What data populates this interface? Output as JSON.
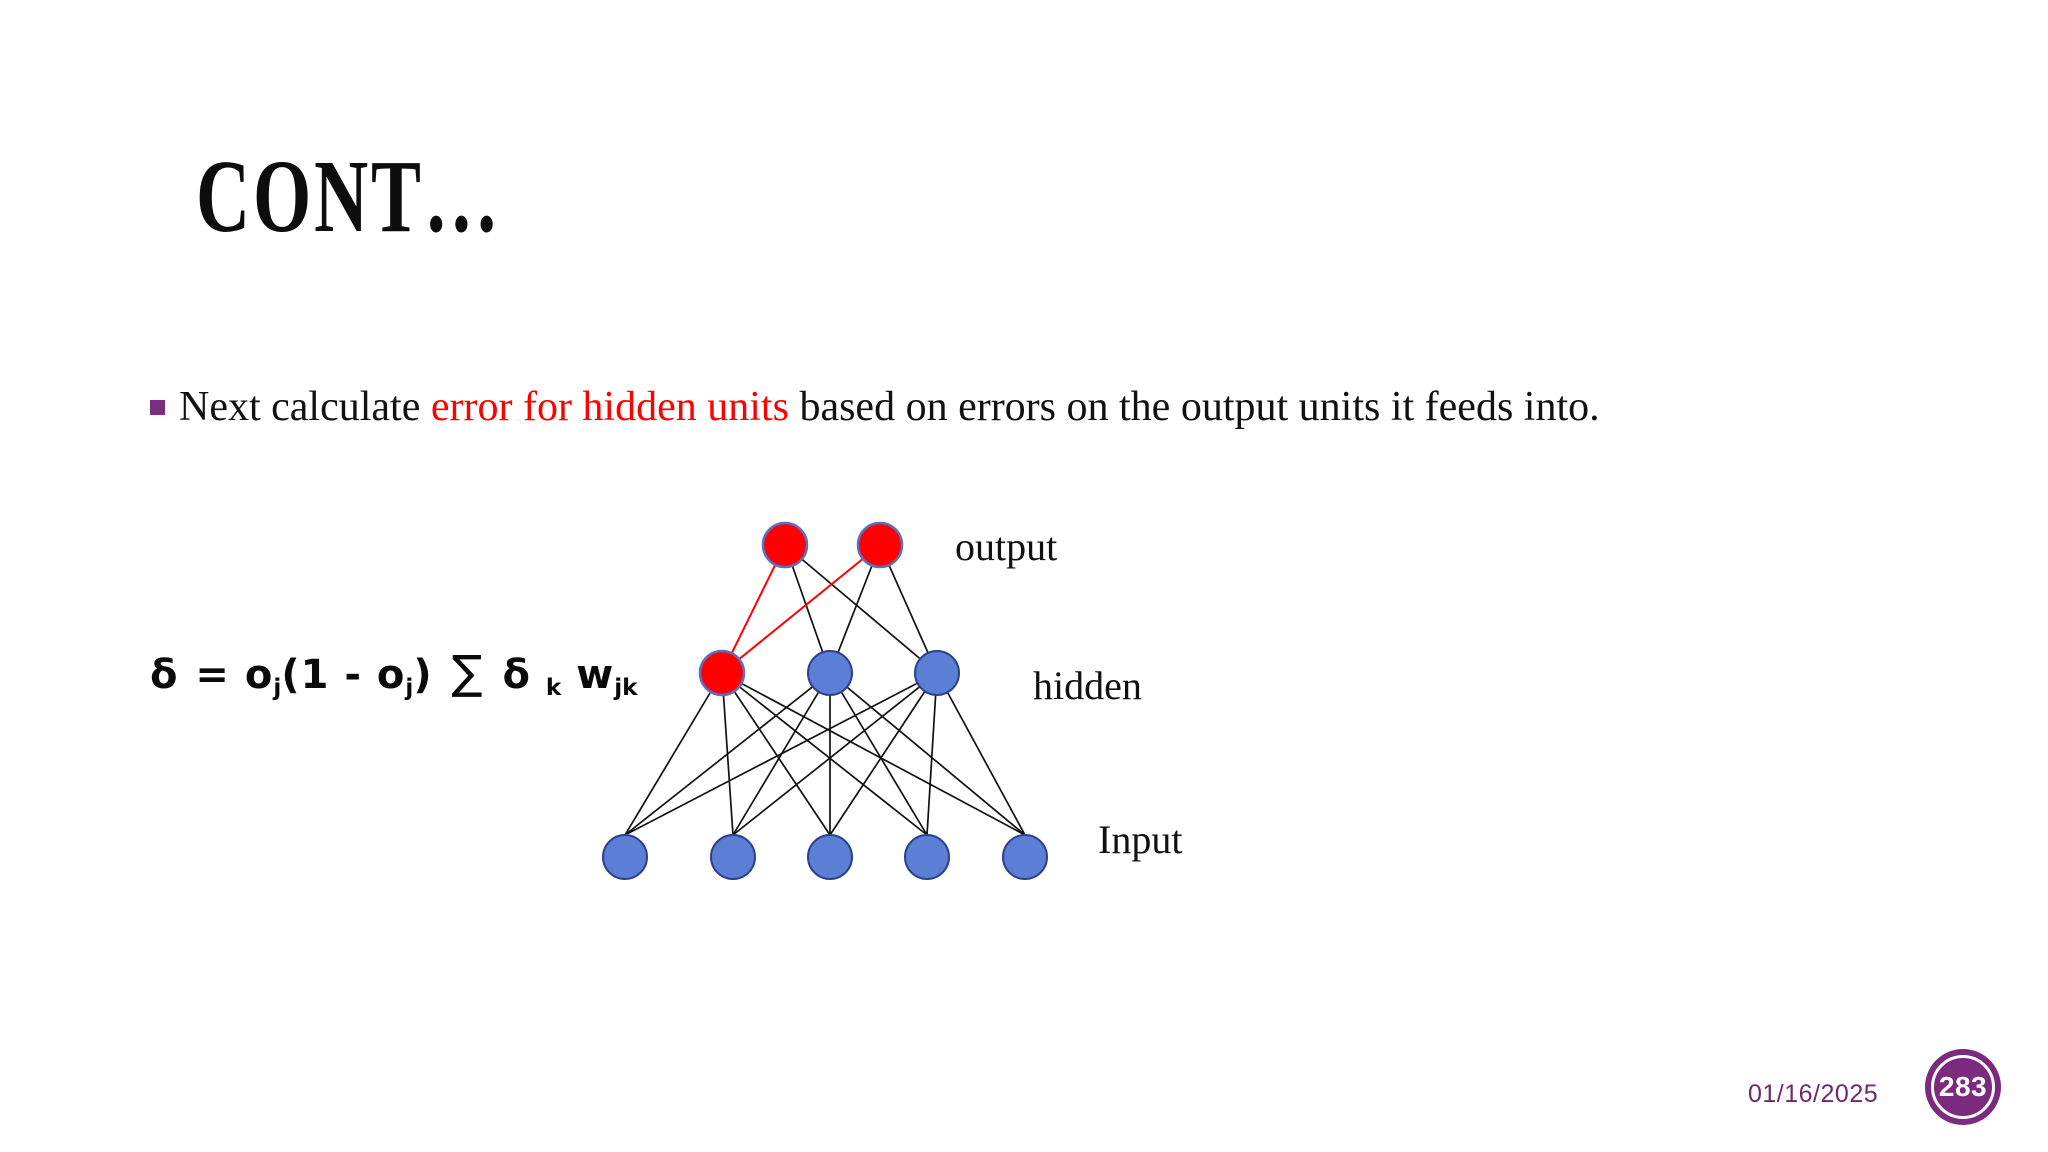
{
  "slide": {
    "title": "CONT…",
    "background_color": "#FFFFFF"
  },
  "bullet": {
    "marker": "square-bullet",
    "marker_color": "#7B2D7E",
    "text_before": "Next calculate ",
    "text_highlight": "error for hidden units",
    "highlight_color": "#FF0000",
    "text_after": " based on errors on the output units it feeds into.",
    "full_text": "Next calculate error for hidden units based on errors on the output units it feeds into."
  },
  "formula": {
    "delta": "δ",
    "equals": "=",
    "o1": "o",
    "o1_sub": "j",
    "open_paren": "(1 - ",
    "o2": "o",
    "o2_sub": "j",
    "close_paren": ")",
    "sum": "∑",
    "delta2": "δ",
    "delta2_sub": "k",
    "w": "w",
    "w_sub": "jk",
    "plain_text": "δ = o j (1 - o j) ∑ δ k w jk"
  },
  "diagram": {
    "labels": {
      "output": "output",
      "hidden": "hidden",
      "input": "Input"
    },
    "colors": {
      "node_blue_fill": "#5B7FD4",
      "node_blue_stroke": "#2E3F8F",
      "node_red_fill": "#FF0000",
      "node_red_stroke": "#5B6FC0",
      "edge_black": "#111111",
      "edge_red": "#FF0000"
    },
    "layers": {
      "output": {
        "count": 2,
        "highlighted": [
          0,
          1
        ]
      },
      "hidden": {
        "count": 3,
        "highlighted": [
          0
        ]
      },
      "input": {
        "count": 5,
        "highlighted": []
      }
    }
  },
  "footer": {
    "date": "01/16/2025",
    "slide_number": "283",
    "accent_color": "#7C2A7E"
  }
}
